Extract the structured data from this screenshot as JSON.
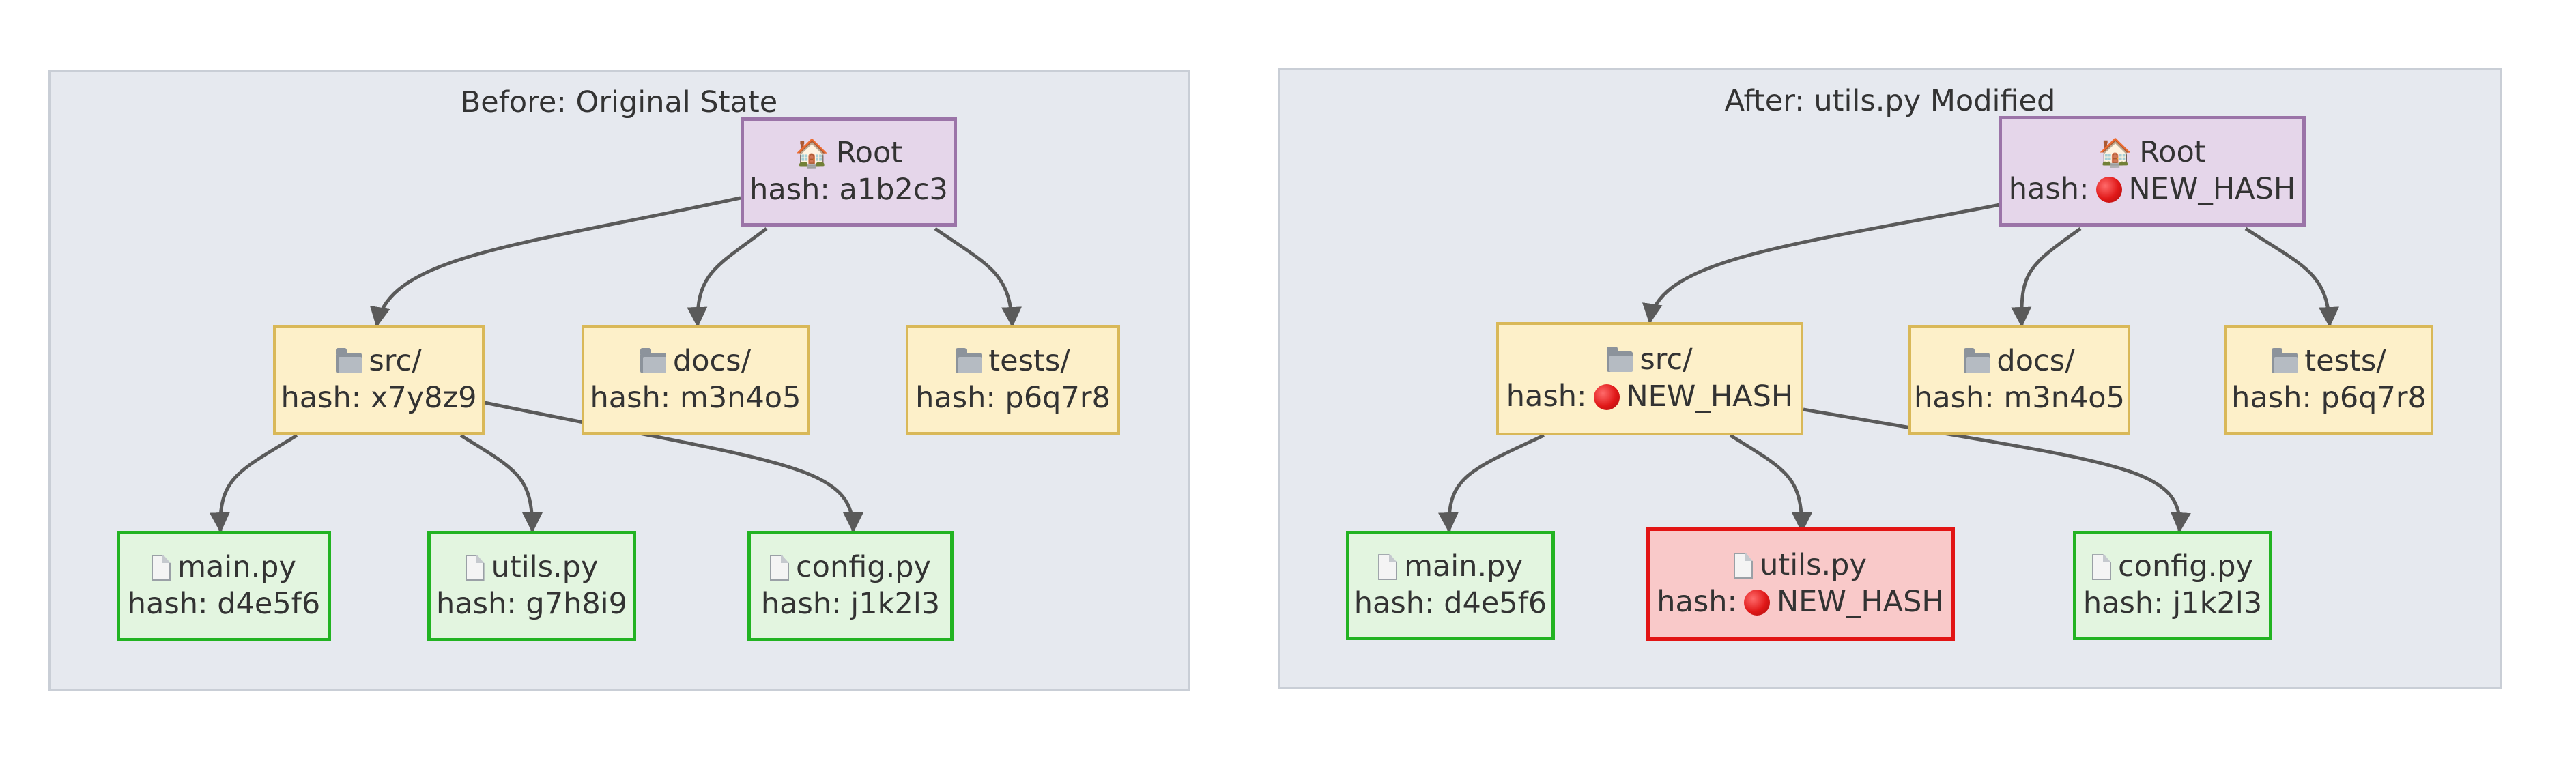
{
  "colors": {
    "root_fill": "#e5d6ea",
    "root_border": "#9b74a8",
    "dir_fill": "#fdf0c9",
    "dir_border": "#d9b858",
    "file_fill": "#e3f5e0",
    "file_border": "#22b322",
    "changed_fill": "#f9c9c9",
    "changed_border": "#e21414",
    "edge": "#5a5a5a",
    "panel_fill": "#e6e9ef"
  },
  "before": {
    "title": "Before: Original State",
    "root": {
      "icon": "house-icon",
      "name": "Root",
      "hash": "hash: a1b2c3"
    },
    "src": {
      "icon": "folder-icon",
      "name": "src/",
      "hash": "hash: x7y8z9"
    },
    "docs": {
      "icon": "folder-icon",
      "name": "docs/",
      "hash": "hash: m3n4o5"
    },
    "tests": {
      "icon": "folder-icon",
      "name": "tests/",
      "hash": "hash: p6q7r8"
    },
    "main": {
      "icon": "file-icon",
      "name": "main.py",
      "hash": "hash: d4e5f6"
    },
    "utils": {
      "icon": "file-icon",
      "name": "utils.py",
      "hash": "hash: g7h8i9"
    },
    "config": {
      "icon": "file-icon",
      "name": "config.py",
      "hash": "hash: j1k2l3"
    }
  },
  "after": {
    "title": "After: utils.py Modified",
    "root": {
      "icon": "house-icon",
      "name": "Root",
      "hash_label": "hash:",
      "hash_marker": "red-circle-icon",
      "hash_value": "NEW_HASH"
    },
    "src": {
      "icon": "folder-icon",
      "name": "src/",
      "hash_label": "hash:",
      "hash_marker": "red-circle-icon",
      "hash_value": "NEW_HASH"
    },
    "docs": {
      "icon": "folder-icon",
      "name": "docs/",
      "hash": "hash: m3n4o5"
    },
    "tests": {
      "icon": "folder-icon",
      "name": "tests/",
      "hash": "hash: p6q7r8"
    },
    "main": {
      "icon": "file-icon",
      "name": "main.py",
      "hash": "hash: d4e5f6"
    },
    "utils": {
      "icon": "file-icon",
      "name": "utils.py",
      "hash_label": "hash:",
      "hash_marker": "red-circle-icon",
      "hash_value": "NEW_HASH"
    },
    "config": {
      "icon": "file-icon",
      "name": "config.py",
      "hash": "hash: j1k2l3"
    }
  }
}
